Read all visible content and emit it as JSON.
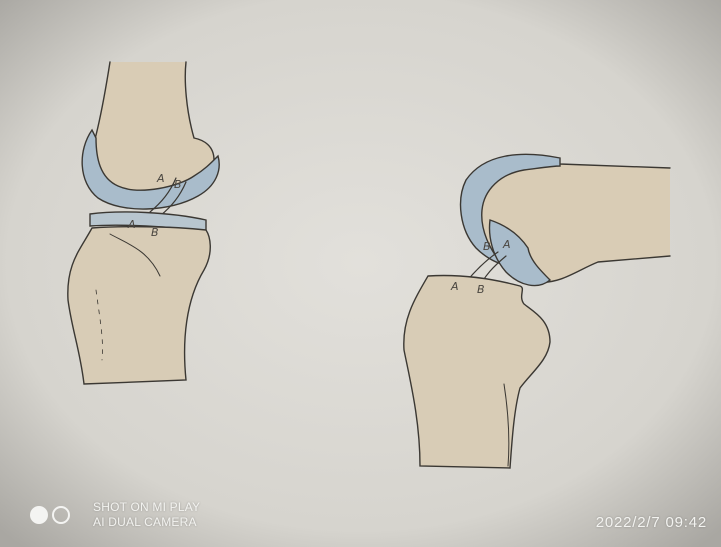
{
  "photo": {
    "paper_color": "#d9d7d2",
    "bone_color": "#d6cbb8",
    "cartilage_color": "#a9bccb",
    "ink_color": "#3b3833"
  },
  "drawing_left": {
    "label_femur_a": "A",
    "label_femur_b": "B",
    "label_tibia_a": "A",
    "label_tibia_b": "B"
  },
  "drawing_right": {
    "label_femur_b": "B",
    "label_femur_a": "A",
    "label_tibia_a": "A",
    "label_tibia_b": "B"
  },
  "watermark": {
    "line1": "SHOT ON MI PLAY",
    "line2": "AI DUAL CAMERA",
    "datetime": "2022/2/7  09:42"
  }
}
